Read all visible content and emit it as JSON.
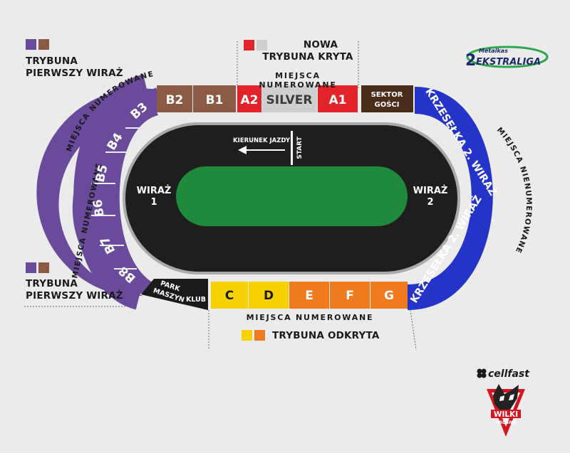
{
  "legend": {
    "tl_line1": "TRYBUNA",
    "tl_line2": "PIERWSZY WIRAŻ",
    "bl_line1": "TRYBUNA",
    "bl_line2": "PIERWSZY WIRAŻ",
    "top_line1": "NOWA",
    "top_line2": "TRYBUNA KRYTA",
    "bottom": "TRYBUNA ODKRYTA"
  },
  "annotations": {
    "numbered_top": "MIEJSCA NUMEROWANE",
    "numbered_left_arc": "MIEJSCA NUMEROWANE",
    "numbered_left_vertical": "MIEJSCA NUMEROWANE",
    "numbered_bottom": "MIEJSCA NUMEROWANE",
    "unnumbered_right": "MIEJSCA NIENUMEROWANE"
  },
  "sectors": {
    "b1": "B1",
    "b2": "B2",
    "b3": "B3",
    "b4": "B4",
    "b5": "B5",
    "b6": "B6",
    "b7": "B7",
    "b8": "B8",
    "a2": "A2",
    "silver": "SILVER",
    "a1": "A1",
    "guest_line1": "SEKTOR",
    "guest_line2": "GOŚCI",
    "c": "C",
    "d": "D",
    "e": "E",
    "f": "F",
    "g": "G",
    "park_line1": "PARK",
    "park_line2": "MASZYN",
    "klub": "KLUB",
    "chairs1": "KRZESEŁKA 2. WIRAŻ",
    "chairs2": "KRZESEŁKA 2. WIRAŻ"
  },
  "track": {
    "direction": "KIERUNEK JAZDY",
    "start": "START",
    "turn1_line1": "WIRAŻ",
    "turn1_line2": "1",
    "turn2_line1": "WIRAŻ",
    "turn2_line2": "2"
  },
  "logos": {
    "league_top": "Metalkas",
    "league_number": "2",
    "league_main": "EKSTRALIGA",
    "sponsor": "cellfast",
    "club_name": "WILKI",
    "club_city": "KROSNO"
  },
  "colors": {
    "purple": "#6a4a9b",
    "brown": "#8b5a45",
    "dark_brown": "#4a2c1a",
    "red": "#e2232a",
    "silver": "#cfcfcf",
    "blue": "#2433c8",
    "yellow": "#f5d200",
    "orange": "#f07a1e",
    "track": "#1e1e1e",
    "grass": "#1f8a3c"
  }
}
